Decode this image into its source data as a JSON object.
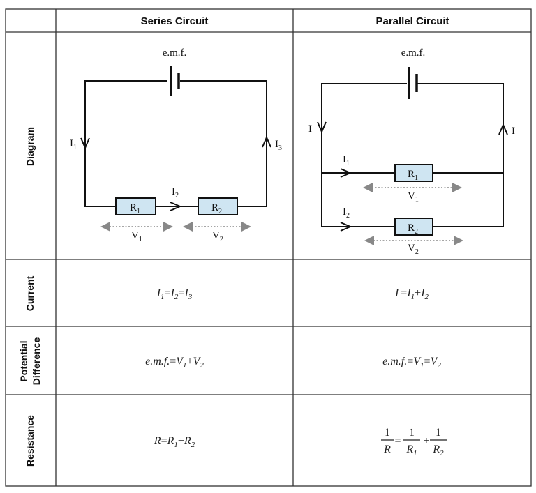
{
  "table": {
    "col_headers": [
      "Series Circuit",
      "Parallel Circuit"
    ],
    "row_headers": {
      "diagram": "Diagram",
      "current": "Current",
      "pd_line1": "Potential",
      "pd_line2": "Difference",
      "resistance": "Resistance"
    }
  },
  "series": {
    "emf": "e.m.f.",
    "I": "I",
    "V": "V",
    "R": "R",
    "s1": "1",
    "s2": "2",
    "s3": "3",
    "current_eq": {
      "I": "I",
      "eq": "=",
      "s1": "1",
      "s2": "2",
      "s3": "3"
    },
    "pd_eq": {
      "emf": "e.m.f.",
      "eq": "=",
      "V": "V",
      "plus": "+",
      "s1": "1",
      "s2": "2"
    },
    "res_eq": {
      "R": "R",
      "eq": "=",
      "plus": "+",
      "s1": "1",
      "s2": "2"
    }
  },
  "parallel": {
    "emf": "e.m.f.",
    "I": "I",
    "V": "V",
    "R": "R",
    "s1": "1",
    "s2": "2",
    "current_eq": {
      "I": "I",
      "eq": "=",
      "plus": "+",
      "s1": "1",
      "s2": "2"
    },
    "pd_eq": {
      "emf": "e.m.f.",
      "eq": "=",
      "V": "V",
      "s1": "1",
      "s2": "2"
    },
    "res_eq": {
      "one": "1",
      "R": "R",
      "eq": "=",
      "plus": "+",
      "s1": "1",
      "s2": "2"
    }
  }
}
